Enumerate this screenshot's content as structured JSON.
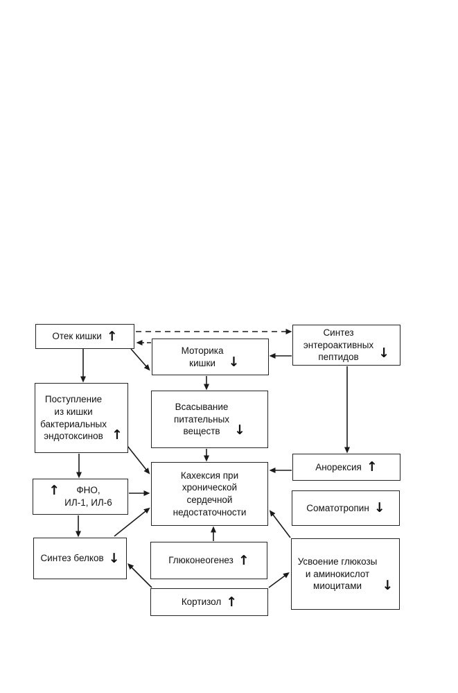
{
  "diagram": {
    "colors": {
      "background": "#ffffff",
      "box_border": "#222222",
      "text": "#111111",
      "connector": "#1a1a1a"
    },
    "trend_glyphs": {
      "up": "↑",
      "down": "↓"
    },
    "boxes": {
      "otek": {
        "label": "Отек кишки",
        "trend": "↑"
      },
      "motorika": {
        "label": "Моторика\nкишки",
        "trend": "↓"
      },
      "sintez_peptidov": {
        "label": "Синтез\nэнтероактивных\nпептидов",
        "trend": "↓"
      },
      "postuplenie": {
        "label": "Поступление\nиз кишки\nбактериальных\nэндотоксинов",
        "trend": "↑"
      },
      "vsasyvanie": {
        "label": "Всасывание\nпитательных\nвеществ",
        "trend": "↓"
      },
      "fno": {
        "label": "ФНО,\nИЛ-1, ИЛ-6",
        "trend": "↑"
      },
      "anoreksiya": {
        "label": "Анорексия",
        "trend": "↑"
      },
      "kaheksiya": {
        "label": "Кахексия при\nхронической\nсердечной\nнедостаточности"
      },
      "somatotropin": {
        "label": "Соматотропин",
        "trend": "↓"
      },
      "sintez_belkov": {
        "label": "Синтез белков",
        "trend": "↓"
      },
      "glyukoneogenez": {
        "label": "Глюконеогенез",
        "trend": "↑"
      },
      "usvoenie": {
        "label": "Усвоение глюкозы\nи аминокислот\nмиоцитами",
        "trend": "↓"
      },
      "kortizol": {
        "label": "Кортизол",
        "trend": "↑"
      }
    },
    "edges": [
      {
        "from": "otek",
        "to": "sintez_peptidov",
        "style": "dashed"
      },
      {
        "from": "motorika",
        "to": "otek",
        "style": "dashed"
      },
      {
        "from": "otek",
        "to": "motorika",
        "style": "solid"
      },
      {
        "from": "sintez_peptidov",
        "to": "motorika",
        "style": "solid"
      },
      {
        "from": "motorika",
        "to": "vsasyvanie",
        "style": "solid"
      },
      {
        "from": "otek",
        "to": "postuplenie",
        "style": "solid"
      },
      {
        "from": "postuplenie",
        "to": "fno",
        "style": "solid"
      },
      {
        "from": "postuplenie",
        "to": "kaheksiya",
        "style": "solid"
      },
      {
        "from": "vsasyvanie",
        "to": "kaheksiya",
        "style": "solid"
      },
      {
        "from": "fno",
        "to": "kaheksiya",
        "style": "solid"
      },
      {
        "from": "fno",
        "to": "sintez_belkov",
        "style": "solid"
      },
      {
        "from": "sintez_belkov",
        "to": "kaheksiya",
        "style": "solid"
      },
      {
        "from": "glyukoneogenez",
        "to": "kaheksiya",
        "style": "solid"
      },
      {
        "from": "anoreksiya",
        "to": "kaheksiya",
        "style": "solid"
      },
      {
        "from": "usvoenie",
        "to": "kaheksiya",
        "style": "solid"
      },
      {
        "from": "sintez_peptidov",
        "to": "anoreksiya",
        "style": "solid"
      },
      {
        "from": "kortizol",
        "to": "sintez_belkov",
        "style": "solid"
      },
      {
        "from": "kortizol",
        "to": "usvoenie",
        "style": "solid"
      }
    ]
  }
}
